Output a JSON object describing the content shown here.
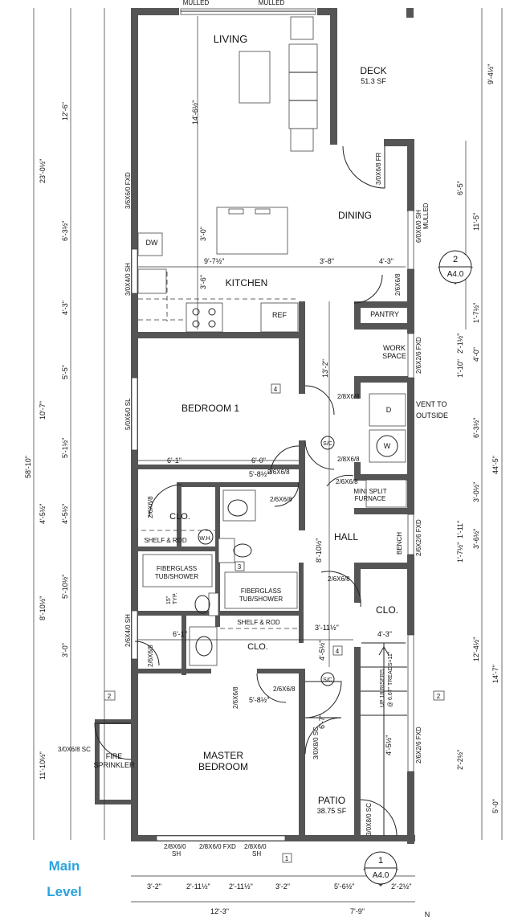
{
  "caption": {
    "line1": "Main",
    "line2": "Level"
  },
  "rooms": {
    "living": "LIVING",
    "deck": "DECK",
    "deck_area": "51.3 SF",
    "dining": "DINING",
    "kitchen": "KITCHEN",
    "pantry": "PANTRY",
    "work_space_1": "WORK",
    "work_space_2": "SPACE",
    "bedroom1": "BEDROOM 1",
    "clo": "CLO.",
    "hall": "HALL",
    "master_1": "MASTER",
    "master_2": "BEDROOM",
    "patio": "PATIO",
    "patio_area": "38.75 SF",
    "fire_1": "FIRE",
    "fire_2": "SPRINKLER",
    "bench": "BENCH"
  },
  "labels": {
    "mulled": "MULLED",
    "dw": "DW",
    "ref": "REF",
    "d": "D",
    "w": "W",
    "sc": "S/C",
    "wh": "W.H.",
    "vent_1": "VENT TO",
    "vent_2": "OUTSIDE",
    "mini_1": "MINI SPLIT",
    "mini_2": "FURNACE",
    "shelf_rod": "SHELF & ROD",
    "tub_1": "FIBERGLASS",
    "tub_2": "TUB/SHOWER",
    "typ": "TYP.",
    "fifteen": "15\"",
    "stair_1": "UP 18 RISERS",
    "stair_2": "@ 6.67\" TREADS=11\""
  },
  "doors": {
    "d_3068fr": "3/0X6/8 FR",
    "d_3660fxd": "3/6X6/0 FXD",
    "d_6060sh": "6/0X6/0 SH",
    "d_3040sh": "3/0X4/0 SH",
    "d_2668": "2/6X6/8",
    "d_2868": "2/8X6/8",
    "d_5060sl": "5/0X6/0 SL",
    "d_2626fxd": "2/6X2/6 FXD",
    "d_2640sh": "2/6X4/0 SH",
    "d_3068sc": "3/0X6/8 SC",
    "d_3080sc": "3/0X8/0 SC",
    "d_2860sh": "2/8X6/0",
    "d_sh": "SH",
    "d_2860fxd": "2/8X6/0 FXD"
  },
  "dims": {
    "d1": "12'-6\"",
    "d2": "23'-0½\"",
    "d3": "6'-3½\"",
    "d4": "4'-3\"",
    "d5": "5'-5\"",
    "d6": "10'-7\"",
    "d7": "58'-10\"",
    "d8": "5'-1½\"",
    "d9": "4'-5½\"",
    "d10": "4'-5½\"",
    "d11": "5'-10½\"",
    "d12": "8'-10½\"",
    "d13": "3'-0\"",
    "d14": "11'-10½\"",
    "d15": "14'-6½\"",
    "d16": "3'-0\"",
    "d17": "9'-7½\"",
    "d18": "3'-6\"",
    "d19": "3'-8\"",
    "d20": "4'-3\"",
    "d21": "13'-2\"",
    "d22": "6'-1\"",
    "d23": "6'-0\"",
    "d24": "5'-8½\"",
    "d25": "8'-10½\"",
    "d26": "3'-11½\"",
    "d27": "4'-3\"",
    "d28": "4'-5½\"",
    "d29": "6'-1\"",
    "d30": "6'-7\"",
    "d31": "4'-5½\"",
    "d32": "5'-8½\"",
    "r1": "9'-4½\"",
    "r2": "6'-5\"",
    "r3": "11'-5\"",
    "r4": "1'-7½\"",
    "r5": "2'-1½\"",
    "r6": "4'-0\"",
    "r7": "1'-10\"",
    "r8": "6'-3½\"",
    "r9": "44'-5\"",
    "r10": "3'-0½\"",
    "r11": "1'-11\"",
    "r12": "3'-6½\"",
    "r13": "1'-7½\"",
    "r14": "12'-4½\"",
    "r15": "14'-7\"",
    "r16": "2'-2½\"",
    "r17": "5'-0\"",
    "b1": "3'-2\"",
    "b2": "2'-11½\"",
    "b3": "2'-11½\"",
    "b4": "3'-2\"",
    "b5": "5'-6½\"",
    "b6": "2'-2½\"",
    "b7": "12'-3\"",
    "b8": "7'-9\""
  },
  "markers": {
    "sec_num": "2",
    "sec_sheet": "A4.0",
    "sec2_num": "1",
    "sec2_sheet": "A4.0",
    "tag1": "1",
    "tag2": "2",
    "tag3": "3",
    "tag4": "4",
    "north": "N"
  }
}
